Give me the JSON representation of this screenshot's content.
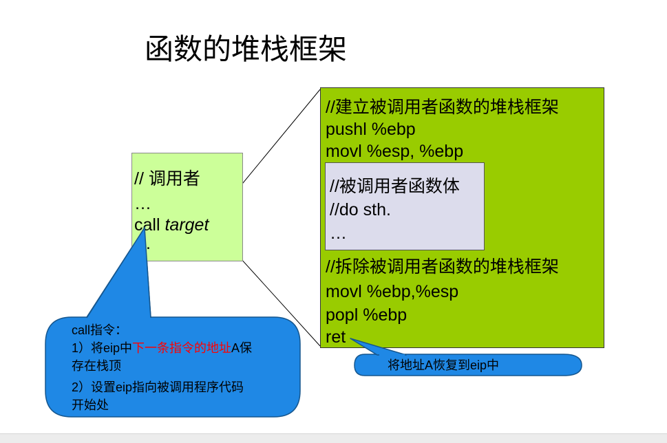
{
  "title": "函数的堆栈框架",
  "caller": {
    "comment": "// 调用者",
    "ellipsis_top": "…",
    "call_prefix": "call ",
    "call_target": "target",
    "ellipsis_bottom": "…"
  },
  "callee": {
    "setup_comment": "//建立被调用者函数的堆栈框架",
    "setup_lines": [
      "pushl %ebp",
      "movl %esp, %ebp"
    ],
    "body": {
      "comment": "//被调用者函数体",
      "line": "//do sth.",
      "ellipsis": "…"
    },
    "teardown_comment": "//拆除被调用者函数的堆栈框架",
    "teardown_lines": [
      "movl %ebp,%esp",
      "popl %ebp",
      "ret"
    ]
  },
  "call_note": {
    "heading": "call指令：",
    "line1_prefix": "1）将eip中",
    "line1_highlight": "下一条指令的地址",
    "line1_suffix": "A保",
    "line2": "存在栈顶",
    "line3": "2）设置eip指向被调用程序代码",
    "line4": "开始处"
  },
  "ret_note": "将地址A恢复到eip中",
  "colors": {
    "caller_box": "#ccff99",
    "callee_box": "#99cc00",
    "body_box": "#dcdcec",
    "callout": "#1f88e5",
    "highlight_text": "#ff0000"
  }
}
